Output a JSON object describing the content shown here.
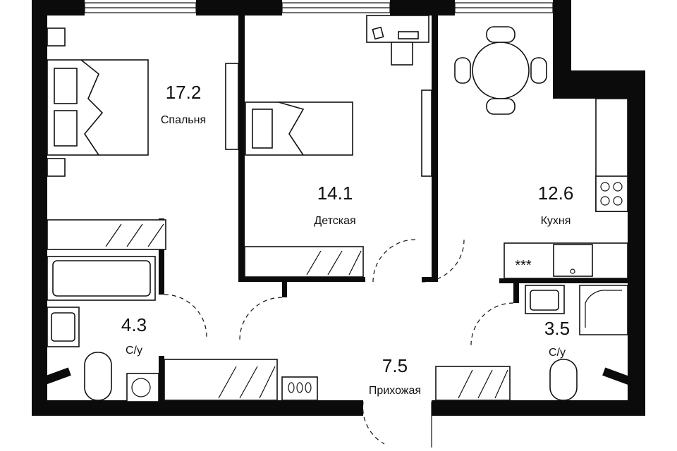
{
  "rooms": [
    {
      "id": "bedroom",
      "area": "17.2",
      "name": "Спальня"
    },
    {
      "id": "kids",
      "area": "14.1",
      "name": "Детская"
    },
    {
      "id": "kitchen",
      "area": "12.6",
      "name": "Кухня"
    },
    {
      "id": "bath1",
      "area": "4.3",
      "name": "С/у"
    },
    {
      "id": "bath2",
      "area": "3.5",
      "name": "С/у"
    },
    {
      "id": "hall",
      "area": "7.5",
      "name": "Прихожая"
    }
  ],
  "appliances": {
    "hob_glyph": "***"
  },
  "colors": {
    "wall": "#0b0b0b",
    "line": "#111111",
    "background": "#ffffff"
  }
}
